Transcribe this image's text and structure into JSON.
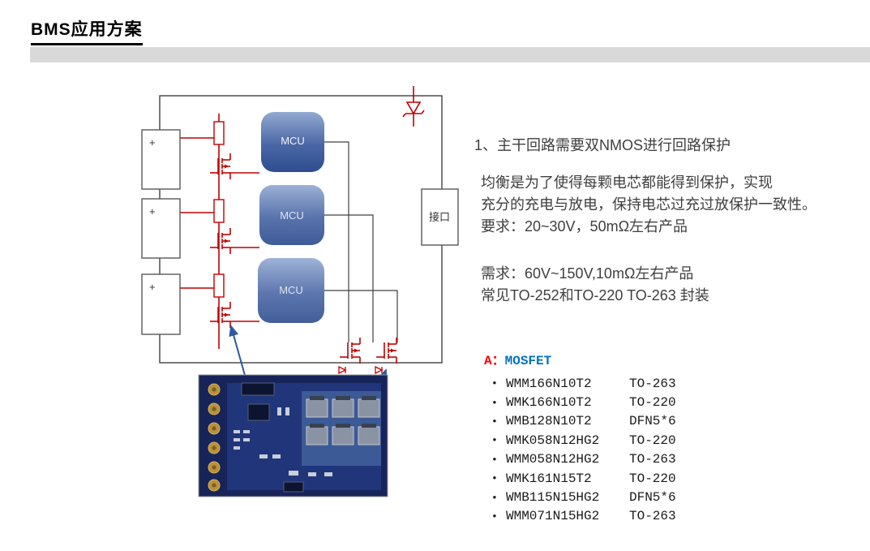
{
  "header": {
    "title": "BMS应用方案"
  },
  "diagram": {
    "plus_label": "+",
    "mcu_label": "MCU",
    "interface_label": "接口"
  },
  "notes": {
    "point1": "1、主干回路需要双NMOS进行回路保护",
    "balance_lines": [
      "均衡是为了使得每颗电芯都能得到保护，实现",
      "充分的充电与放电，保持电芯过充过放保护一致性。",
      "要求：20~30V，50mΩ左右产品"
    ],
    "require_lines": [
      "需求：60V~150V,10mΩ左右产品",
      "常见TO-252和TO-220 TO-263 封装"
    ]
  },
  "mosfet_section": {
    "label_a": "A：",
    "label_title": "MOSFET",
    "bullet": "•",
    "items": [
      {
        "part": "WMM166N10T2",
        "package": "TO-263"
      },
      {
        "part": "WMK166N10T2",
        "package": "TO-220"
      },
      {
        "part": "WMB128N10T2",
        "package": "DFN5*6"
      },
      {
        "part": "WMK058N12HG2",
        "package": "TO-220"
      },
      {
        "part": "WMM058N12HG2",
        "package": "TO-263"
      },
      {
        "part": "WMK161N15T2",
        "package": "TO-220"
      },
      {
        "part": "WMB115N15HG2",
        "package": "DFN5*6"
      },
      {
        "part": "WMM071N15HG2",
        "package": "TO-263"
      }
    ]
  },
  "colors": {
    "accent_red": "#c00000",
    "label_red": "#ff0000",
    "label_blue": "#0070c0",
    "bar_gray": "#d9d9d9",
    "wire_dark": "#404040",
    "mcu_top": "#93aad2",
    "mcu_bottom": "#2e4d8f",
    "pcb_navy": "#16245a",
    "pcb_gold": "#b8903a",
    "arrow_blue": "#2e5aa0"
  }
}
